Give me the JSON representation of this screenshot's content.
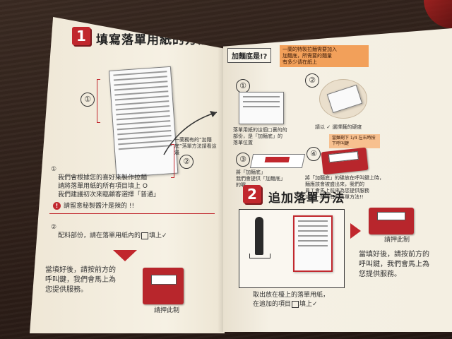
{
  "left": {
    "section1": {
      "number": "1",
      "title": "填寫落單用紙的方法"
    },
    "step1": {
      "num": "①",
      "text_line1": "我們會根據您的喜好來製作拉麵",
      "text_line2": "請將落單用紙的所有項目填上 O",
      "text_line3": "我們建議初次來臨顧客選擇「普通」"
    },
    "marker1": "①",
    "marker2": "②",
    "arrow_note": "一蘭獨有的“加麵底”落單方法請看這邊",
    "warning_mark": "!",
    "warning_text": "請留意秘製醬汁是辣的 !!",
    "step2": {
      "num": "②",
      "text_prefix": "配料部份，請在落單用紙內的",
      "text_suffix": "填上",
      "check": "✓"
    },
    "bottom_text_line1": "當填好後，請按前方的",
    "bottom_text_line2": "呼叫鍵，我們會馬上為",
    "bottom_text_line3": "您提供服務。",
    "button_label": "請押此制"
  },
  "right": {
    "jiamian_title": "加麵底是!?",
    "orange_note_line1": "一蘭的特製拉麵需要加入",
    "orange_note_line2": "加麵底，所需要的麵量",
    "orange_note_line3": "有多少请在紙上",
    "s1": {
      "num": "①",
      "text_line1": "落單用紙的這個□裏的的",
      "text_line2": "部份，是「加麵底」的",
      "text_line3": "落單位置"
    },
    "s2": {
      "num": "②",
      "text": "請以 ✓ 選擇麵的硬度"
    },
    "s2_tag": "當麵剩下 1/4 左右時按下呼叫鍵",
    "s3": {
      "num": "③",
      "text_line1": "將「加麵底」",
      "text_line2": "我們會提供「加麵底」",
      "text_line3": "的喔"
    },
    "s4": {
      "num": "④",
      "text_line1": "將「加麵底」的碟放在呼叫鍵上時，",
      "text_line2": "麵應該會被盛出來，我們的",
      "text_line3": "員工會馬上前來為您提供服務",
      "text_line4": "這是一蘭特有的落單方法!!"
    },
    "section2": {
      "number": "2",
      "title": "追加落單方法"
    },
    "right_text_line1": "當填好後，請按前方的",
    "right_text_line2": "呼叫鍵，我們會馬上為",
    "right_text_line3": "您提供服務。",
    "button_label": "請押此制",
    "bottom_line1": "取出放在檯上的落單用紙，",
    "bottom_line2_prefix": "在追加的項目",
    "bottom_line2_suffix": "填上",
    "check": "✓"
  },
  "colors": {
    "accent": "#c1272d",
    "paper": "#f4efe2",
    "table": "#2b1d17",
    "orange": "#f2a05a"
  }
}
